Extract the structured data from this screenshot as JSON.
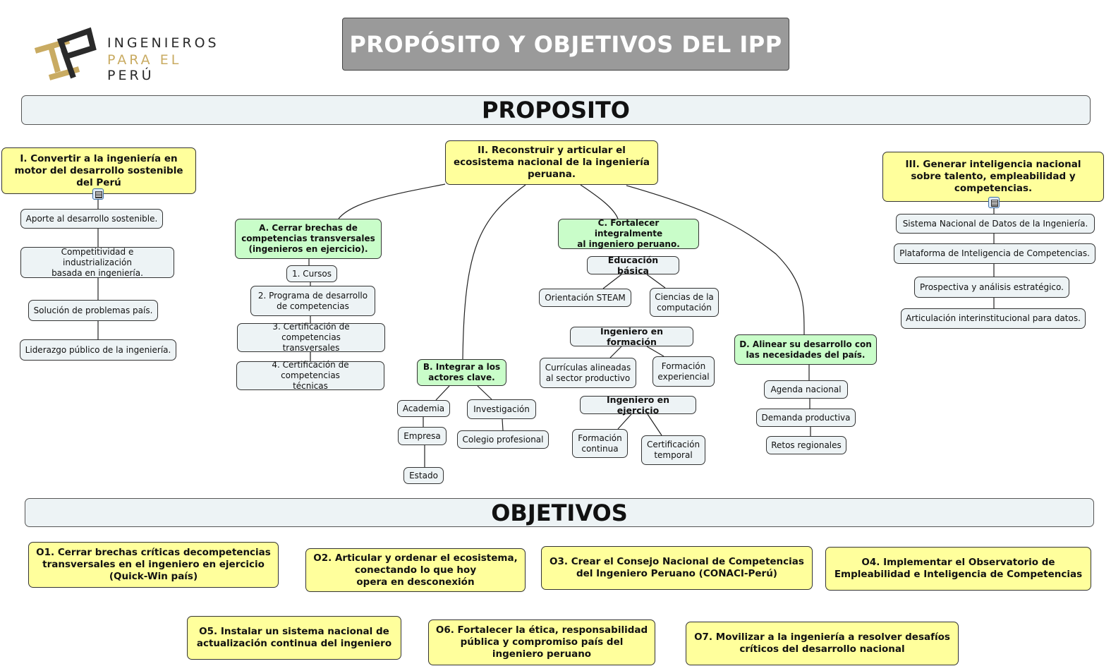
{
  "header": {
    "logo": {
      "line1": "INGENIEROS",
      "line2a": "PARA EL",
      "line2b": "PERÚ"
    },
    "title": "PROPÓSITO Y OBJETIVOS DEL IPP"
  },
  "proposito": {
    "heading": "PROPOSITO",
    "pillar1": {
      "title": "I. Convertir a la ingeniería en\nmotor del desarrollo sostenible\ndel Perú",
      "items": [
        "Aporte al desarrollo sostenible.",
        "Competitividad e industrialización\nbasada  en ingeniería.",
        "Solución de problemas país.",
        "Liderazgo público de la ingeniería."
      ]
    },
    "pillar2": {
      "title": "II. Reconstruir y articular el\necosistema nacional de la ingeniería\nperuana.",
      "A": {
        "title": "A. Cerrar brechas de\ncompetencias transversales\n(ingenieros en ejercicio).",
        "items": [
          "1. Cursos",
          "2. Programa de desarrollo\nde competencias",
          "3. Certificación de competencias\ntransversales",
          "4. Certificación de competencias\ntécnicas"
        ]
      },
      "B": {
        "title": "B. Integrar a los\nactores clave.",
        "items": [
          "Academia",
          "Empresa",
          "Estado",
          "Investigación",
          "Colegio profesional"
        ]
      },
      "C": {
        "title": "C. Fortalecer integralmente\nal ingeniero peruano.",
        "groups": [
          {
            "label": "Educación básica",
            "items": [
              "Orientación STEAM",
              "Ciencias de la\ncomputación"
            ]
          },
          {
            "label": "Ingeniero en formación",
            "items": [
              "Currículas alineadas\nal sector productivo",
              "Formación\nexperiencial"
            ]
          },
          {
            "label": "Ingeniero en ejercicio",
            "items": [
              "Formación\ncontinua",
              "Certificación\ntemporal"
            ]
          }
        ]
      },
      "D": {
        "title": "D. Alinear su desarrollo con\nlas necesidades del país.",
        "items": [
          "Agenda nacional",
          "Demanda productiva",
          "Retos regionales"
        ]
      }
    },
    "pillar3": {
      "title": "III. Generar inteligencia nacional\nsobre talento, empleabilidad y\ncompetencias.",
      "items": [
        "Sistema Nacional de Datos de la Ingeniería.",
        "Plataforma de Inteligencia de Competencias.",
        "Prospectiva y análisis estratégico.",
        "Articulación interinstitucional para datos."
      ]
    }
  },
  "objetivos": {
    "heading": "OBJETIVOS",
    "items": [
      "O1. Cerrar brechas críticas decompetencias\ntransversales en el ingeniero en ejercicio\n(Quick-Win país)",
      "O2. Articular y ordenar el ecosistema,\nconectando lo que hoy\nopera en desconexión",
      "O3. Crear el Consejo Nacional de Competencias\ndel Ingeniero Peruano (CONACI-Perú)",
      "O4. Implementar el Observatorio de\nEmpleabilidad e Inteligencia de Competencias",
      "O5. Instalar un sistema nacional de\nactualización continua del ingeniero",
      "O6. Fortalecer la ética, responsabilidad\npública y compromiso país del\ningeniero peruano",
      "O7. Movilizar a la ingeniería a resolver desafíos\ncríticos del desarrollo nacional"
    ]
  },
  "colors": {
    "title_bg": "#9a9a9a",
    "main_node": "#ffff9c",
    "sub_node": "#c9fdc9",
    "leaf_node": "#edf3f5",
    "logo_gold": "#c9ab62",
    "logo_dark": "#2a2a2a"
  }
}
